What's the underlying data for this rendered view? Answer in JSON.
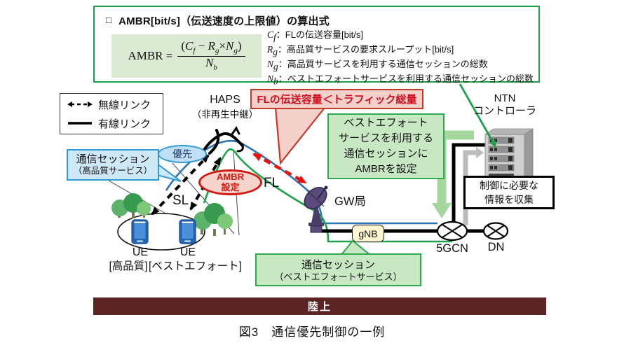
{
  "top_box": {
    "bullet": "□",
    "title": "AMBR[bit/s]（伝送速度の上限値）の算出式",
    "formula": {
      "lhs": "AMBR",
      "eq": "=",
      "n_open": "(",
      "n1v": "C",
      "n1s": "f",
      "n_minus": " − ",
      "n2v": "R",
      "n2s": "g",
      "n_times": "×",
      "n3v": "N",
      "n3s": "g",
      "n_close": ")",
      "dv": "N",
      "ds": "b"
    },
    "defs": [
      {
        "v": "C",
        "s": "f",
        "t": "：FLの伝送容量[bit/s]"
      },
      {
        "v": "R",
        "s": "g",
        "t": "：高品質サービスの要求スループット[bit/s]"
      },
      {
        "v": "N",
        "s": "g",
        "t": "：高品質サービスを利用する通信セッションの総数"
      },
      {
        "v": "N",
        "s": "b",
        "t": "：ベストエフォートサービスを利用する通信セッションの総数"
      }
    ]
  },
  "legend": {
    "wireless": "無線リンク",
    "wired": "有線リンク"
  },
  "haps": {
    "name": "HAPS",
    "sub": "（非再生中継）"
  },
  "callouts": {
    "capacity": "FLの伝送容量＜トラフィック総量",
    "instr1": "ベストエフォート",
    "instr2": "サービスを利用する",
    "instr3": "通信セッションに",
    "instr4": "AMBRを設定",
    "hq1": "通信セッション",
    "hq2": "（高品質サービス）",
    "be1": "通信セッション",
    "be2": "（ベストエフォートサービス）",
    "collect1": "制御に必要な",
    "collect2": "情報を収集"
  },
  "badges": {
    "priority": "優先",
    "ambr1": "AMBR",
    "ambr2": "設定"
  },
  "nodes": {
    "ntn1": "NTN",
    "ntn2": "コントローラ",
    "gw": "GW局",
    "gnb": "gNB",
    "gcn": "5GCN",
    "dn": "DN",
    "sl": "SL",
    "fl": "FL",
    "ue1": "UE",
    "ue2": "UE",
    "type1": "[高品質]",
    "type2": "[ベストエフォート]"
  },
  "ground": "陸上",
  "caption": "図3　通信優先制御の一例",
  "colors": {
    "green": "#1aa34a",
    "light_green_fill": "#c8e8c4",
    "formula_fill": "#daead3",
    "red": "#d11a0f",
    "red_fill": "#f3d0c9",
    "blue_border": "#2e9bd6",
    "blue_fill": "#cfe8f8",
    "line_blue": "#2e75b6",
    "ground_bar": "#5c2423",
    "gray_arrow": "#bdbdbd",
    "soft_green_arrow": "#a5d69b",
    "gnb_fill": "#fdf6d0"
  }
}
